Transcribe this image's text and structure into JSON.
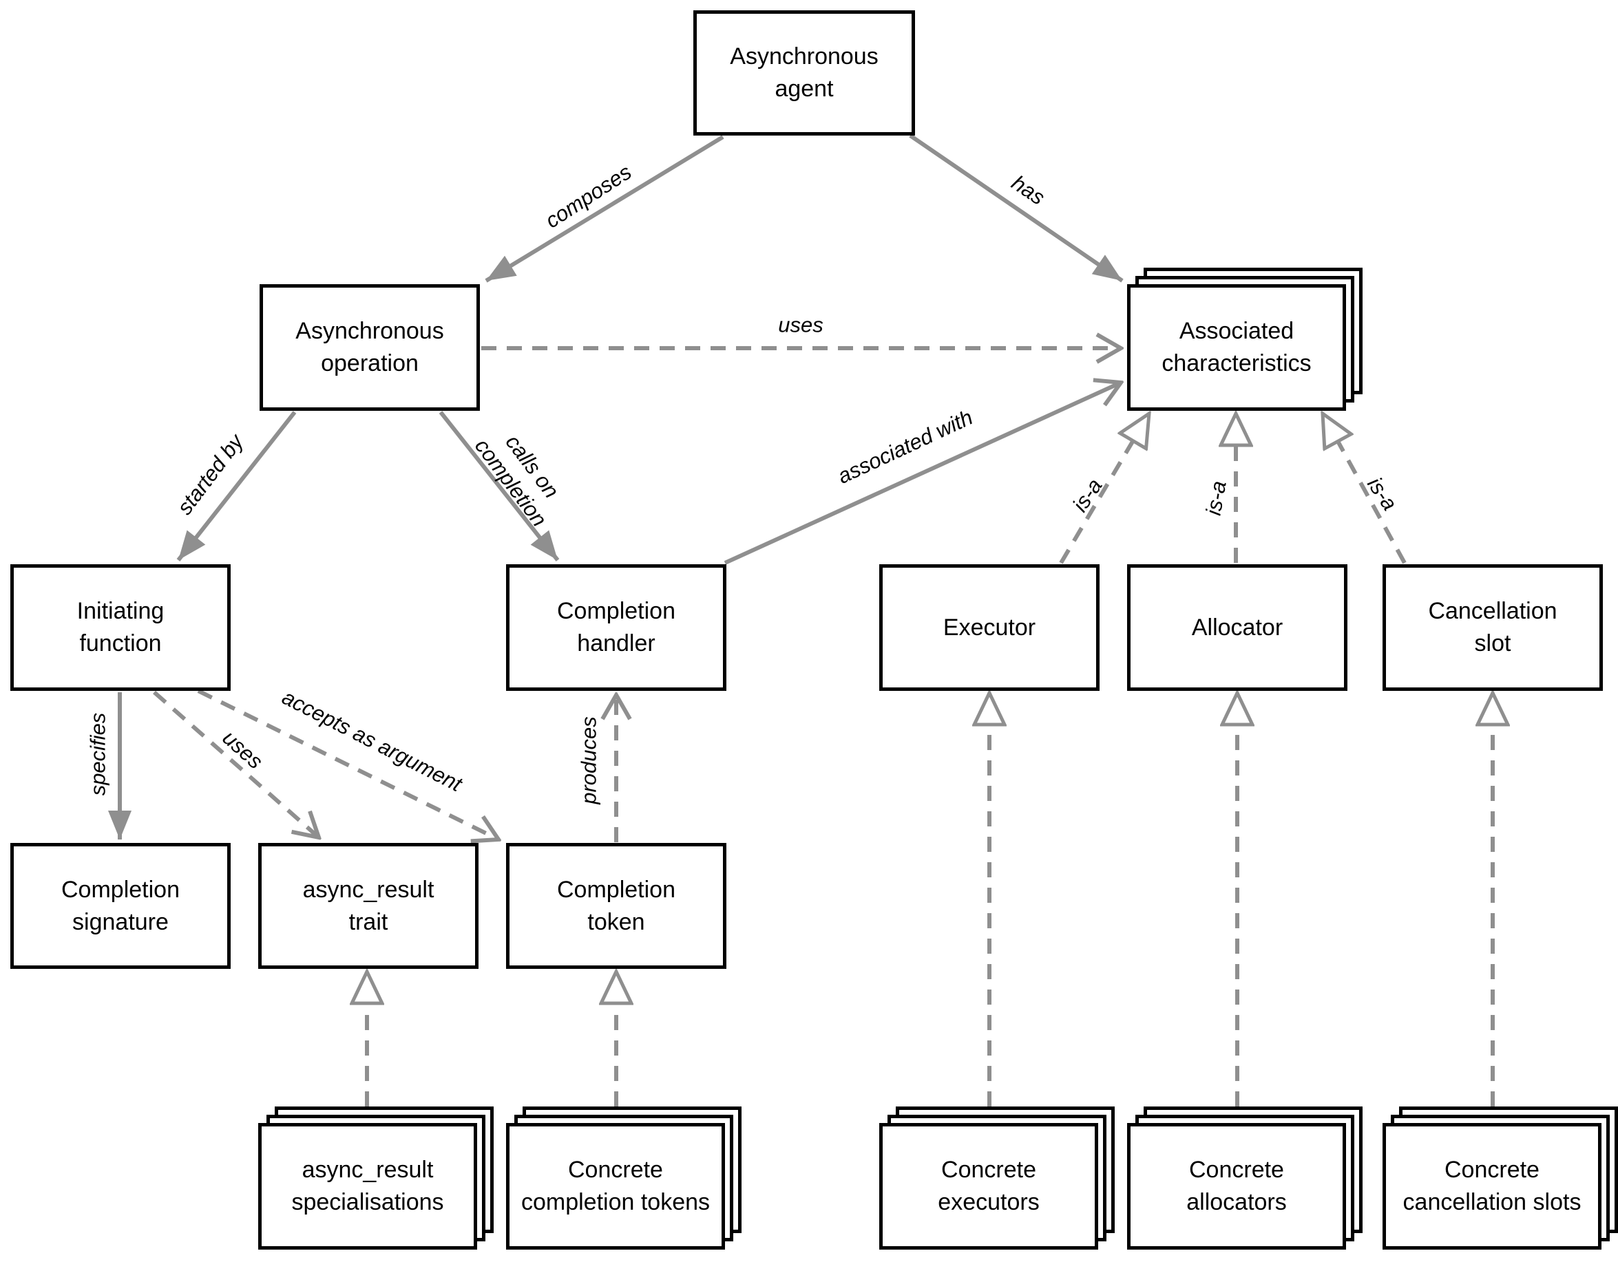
{
  "diagram": {
    "background": "#ffffff",
    "colors": {
      "node_border": "#000000",
      "node_fill": "#ffffff",
      "node_text": "#000000",
      "edge": "#8f8f8f",
      "edge_label_text": "#000000"
    },
    "nodes": {
      "asynchronous_agent": {
        "label": "Asynchronous\nagent",
        "stacked": false
      },
      "asynchronous_operation": {
        "label": "Asynchronous\noperation",
        "stacked": false
      },
      "associated_characteristics": {
        "label": "Associated\ncharacteristics",
        "stacked": true
      },
      "initiating_function": {
        "label": "Initiating\nfunction",
        "stacked": false
      },
      "completion_handler": {
        "label": "Completion\nhandler",
        "stacked": false
      },
      "executor": {
        "label": "Executor",
        "stacked": false
      },
      "allocator": {
        "label": "Allocator",
        "stacked": false
      },
      "cancellation_slot": {
        "label": "Cancellation\nslot",
        "stacked": false
      },
      "completion_signature": {
        "label": "Completion\nsignature",
        "stacked": false
      },
      "async_result_trait": {
        "label": "async_result\ntrait",
        "stacked": false
      },
      "completion_token": {
        "label": "Completion\ntoken",
        "stacked": false
      },
      "async_result_specialisations": {
        "label": "async_result\nspecialisations",
        "stacked": true
      },
      "concrete_completion_tokens": {
        "label": "Concrete\ncompletion tokens",
        "stacked": true
      },
      "concrete_executors": {
        "label": "Concrete\nexecutors",
        "stacked": true
      },
      "concrete_allocators": {
        "label": "Concrete\nallocators",
        "stacked": true
      },
      "concrete_cancellation_slots": {
        "label": "Concrete\ncancellation slots",
        "stacked": true
      }
    },
    "edges": {
      "composes": {
        "label": "composes",
        "style": "solid",
        "head": "filled-arrow"
      },
      "has": {
        "label": "has",
        "style": "solid",
        "head": "filled-arrow"
      },
      "uses_characteristics": {
        "label": "uses",
        "style": "dashed",
        "head": "open-arrow"
      },
      "started_by": {
        "label": "started by",
        "style": "solid",
        "head": "filled-arrow"
      },
      "calls_on_completion": {
        "label": "calls on\ncompletion",
        "style": "solid",
        "head": "filled-arrow"
      },
      "associated_with": {
        "label": "associated with",
        "style": "solid",
        "head": "open-arrow"
      },
      "specifies": {
        "label": "specifies",
        "style": "solid",
        "head": "filled-arrow"
      },
      "uses_async_result": {
        "label": "uses",
        "style": "dashed",
        "head": "open-arrow"
      },
      "accepts_as_argument": {
        "label": "accepts as argument",
        "style": "dashed",
        "head": "open-arrow"
      },
      "produces": {
        "label": "produces",
        "style": "dashed",
        "head": "open-arrow"
      },
      "is_a_executor": {
        "label": "is-a",
        "style": "dashed",
        "head": "hollow-triangle"
      },
      "is_a_allocator": {
        "label": "is-a",
        "style": "dashed",
        "head": "hollow-triangle"
      },
      "is_a_cancellation_slot": {
        "label": "is-a",
        "style": "dashed",
        "head": "hollow-triangle"
      },
      "gen_async_result_specialisations": {
        "label": "",
        "style": "dashed",
        "head": "hollow-triangle"
      },
      "gen_concrete_completion_tokens": {
        "label": "",
        "style": "dashed",
        "head": "hollow-triangle"
      },
      "gen_concrete_executors": {
        "label": "",
        "style": "dashed",
        "head": "hollow-triangle"
      },
      "gen_concrete_allocators": {
        "label": "",
        "style": "dashed",
        "head": "hollow-triangle"
      },
      "gen_concrete_cancellation_slots": {
        "label": "",
        "style": "dashed",
        "head": "hollow-triangle"
      }
    }
  }
}
